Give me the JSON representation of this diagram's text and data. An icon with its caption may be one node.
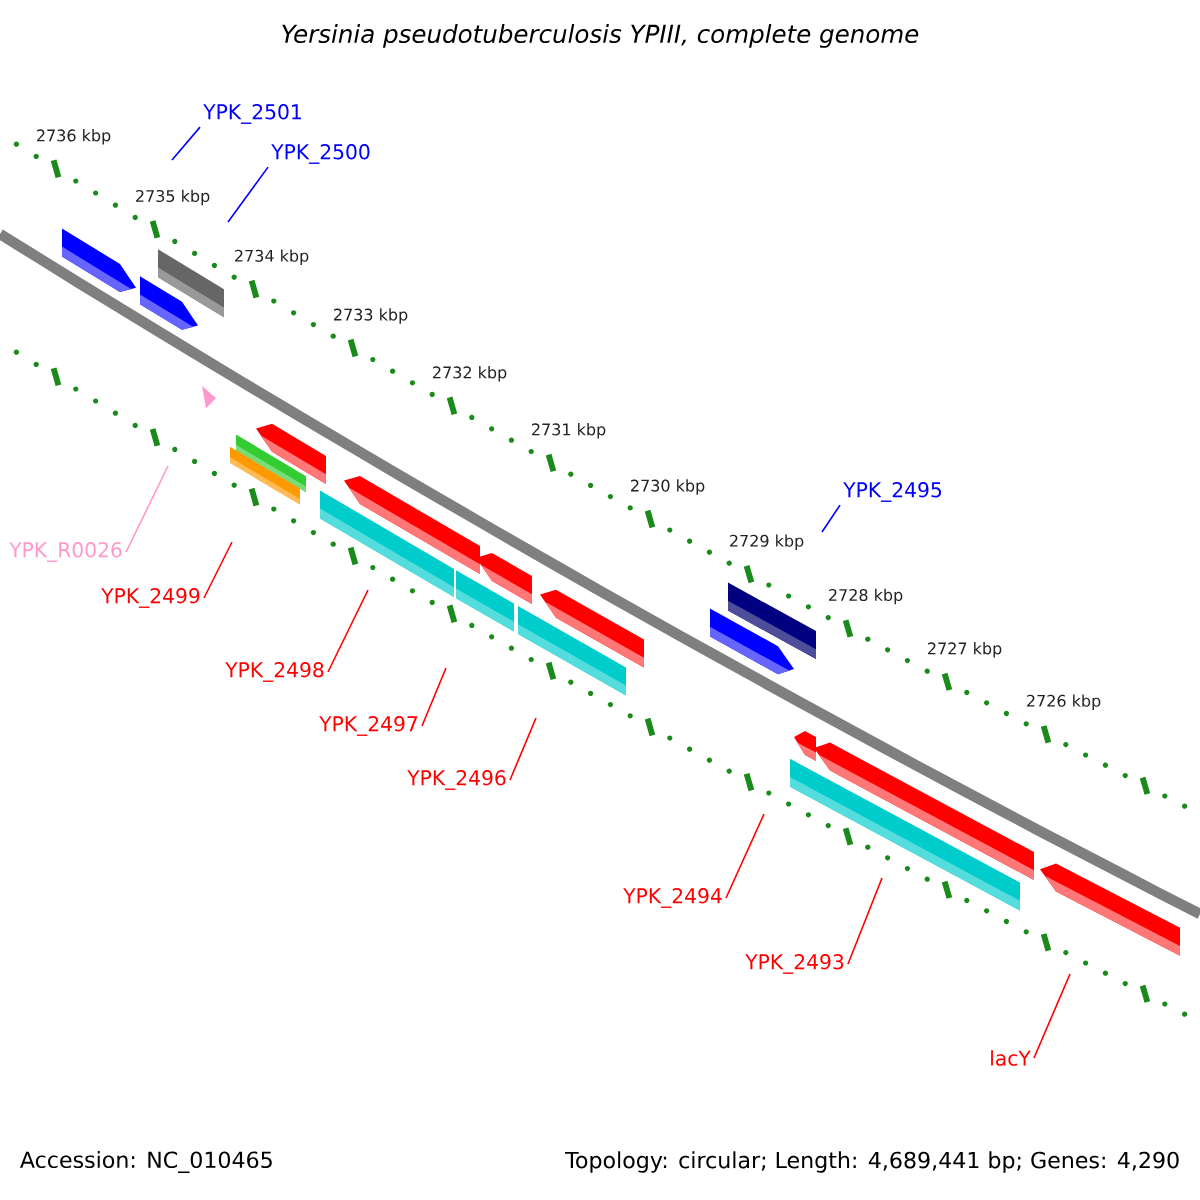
{
  "diagram": {
    "title": "Yersinia pseudotuberculosis YPIII, complete genome",
    "nodes": [
      {
        "text": [
          "YPK_2501"
        ]
      },
      {
        "text": [
          "YPK_2500"
        ]
      },
      {
        "text": [
          "YPK_2495"
        ]
      },
      {
        "text": [
          "YPK_R0026"
        ]
      },
      {
        "text": [
          "YPK_2499"
        ]
      },
      {
        "text": [
          "YPK_2498"
        ]
      },
      {
        "text": [
          "YPK_2497"
        ]
      },
      {
        "text": [
          "YPK_2496"
        ]
      },
      {
        "text": [
          "YPK_2494"
        ]
      },
      {
        "text": [
          "YPK_2493"
        ]
      },
      {
        "text": [
          "lacY"
        ]
      }
    ],
    "edges": [
      {
        "from": 0,
        "to": null,
        "arrow": "none",
        "color": "#0000ff"
      },
      {
        "from": 1,
        "to": null,
        "arrow": "none",
        "color": "#0000ff"
      },
      {
        "from": 2,
        "to": null,
        "arrow": "none",
        "color": "#0000ff"
      },
      {
        "from": 3,
        "to": null,
        "arrow": "none",
        "color": "#ff99cc"
      },
      {
        "from": 4,
        "to": null,
        "arrow": "none"
      },
      {
        "from": 5,
        "to": null,
        "arrow": "none"
      },
      {
        "from": 6,
        "to": null,
        "arrow": "none"
      },
      {
        "from": 7,
        "to": null,
        "arrow": "none"
      },
      {
        "from": 8,
        "to": null,
        "arrow": "none"
      },
      {
        "from": 9,
        "to": null,
        "arrow": "none"
      },
      {
        "from": 10,
        "to": null,
        "arrow": "none"
      }
    ],
    "labels": [
      "2736 kbp",
      "2735 kbp",
      "2734 kbp",
      "2733 kbp",
      "2732 kbp",
      "2731 kbp",
      "2730 kbp",
      "2729 kbp",
      "2728 kbp",
      "2727 kbp",
      "2726 kbp",
      "Accession: NC_010465",
      "Topology: circular; Length: 4,689,441 bp; Genes: 4,290"
    ]
  }
}
